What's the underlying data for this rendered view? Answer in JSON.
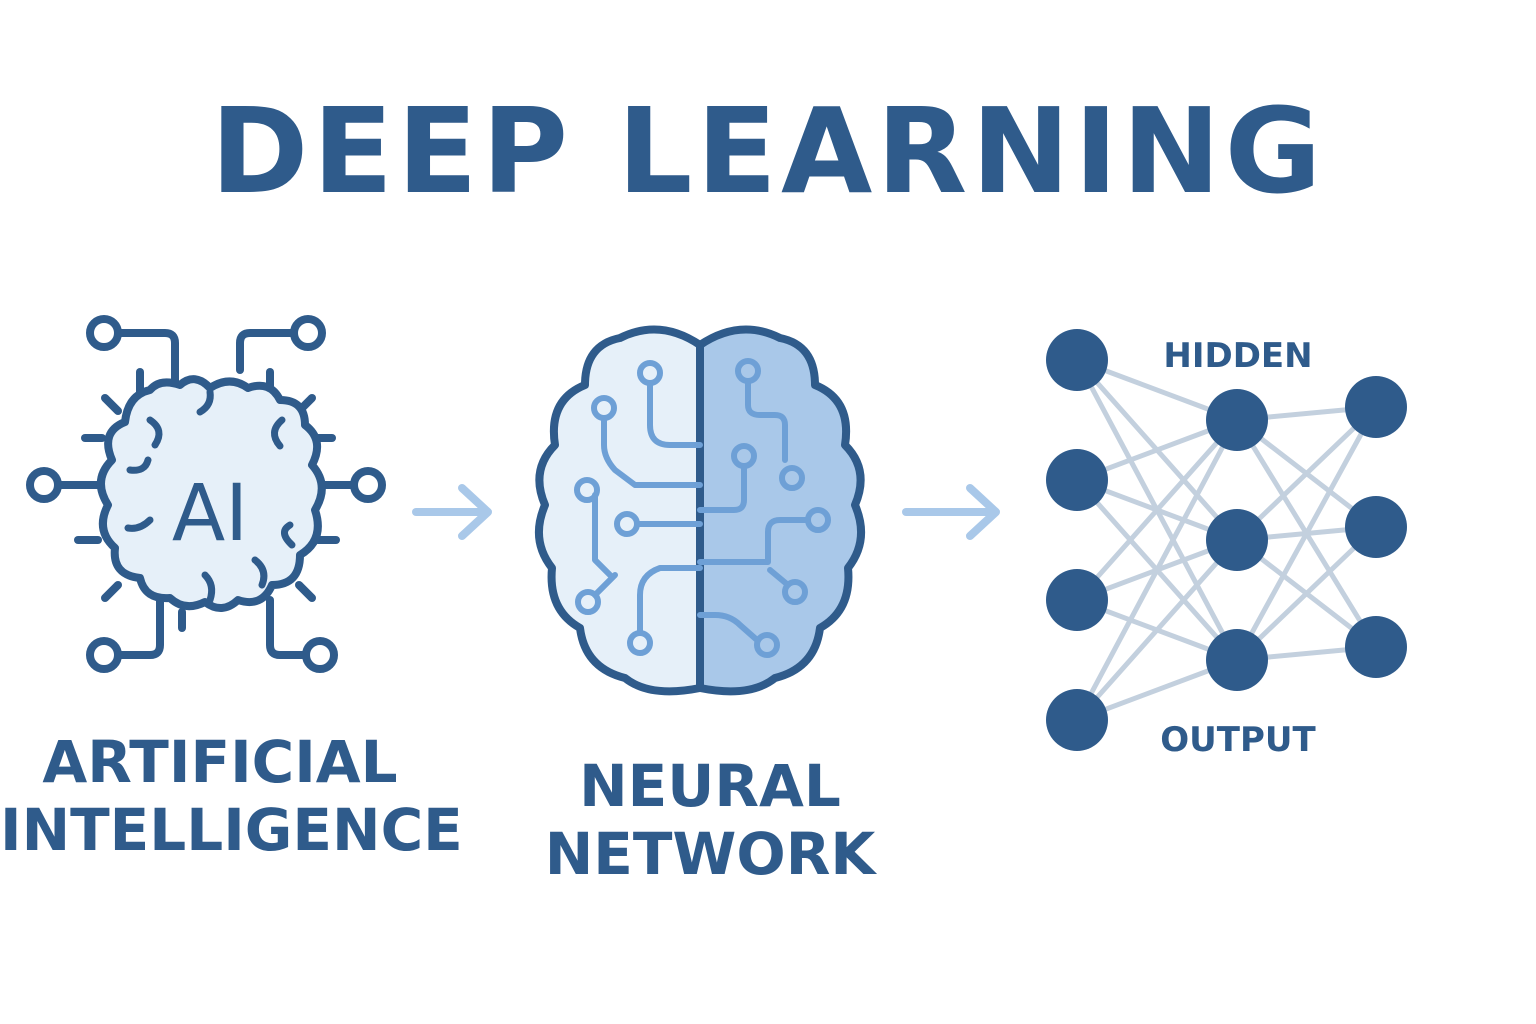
{
  "title": "DEEP LEARNING",
  "stages": [
    {
      "icon": "ai-brain-chip-icon",
      "icon_text": "AI",
      "label_lines": [
        "ARTIFICIAL",
        "INTELLIGENCE"
      ]
    },
    {
      "icon": "brain-circuit-icon",
      "label_lines": [
        "NEURAL",
        "NETWORK"
      ]
    },
    {
      "icon": "network-layers-icon",
      "labels": {
        "hidden": "HIDDEN",
        "output": "OUTPUT"
      }
    }
  ],
  "arrows": [
    "arrow-right-icon",
    "arrow-right-icon"
  ],
  "network": {
    "layers": [
      4,
      3,
      3
    ]
  },
  "colors": {
    "primary": "#2f5b8b",
    "light_fill": "#e6f0f9",
    "mid_fill": "#a9c8e9",
    "circuit": "#6ea0d6",
    "arrow": "#a9c8e9",
    "edge": "#c3d0de"
  }
}
